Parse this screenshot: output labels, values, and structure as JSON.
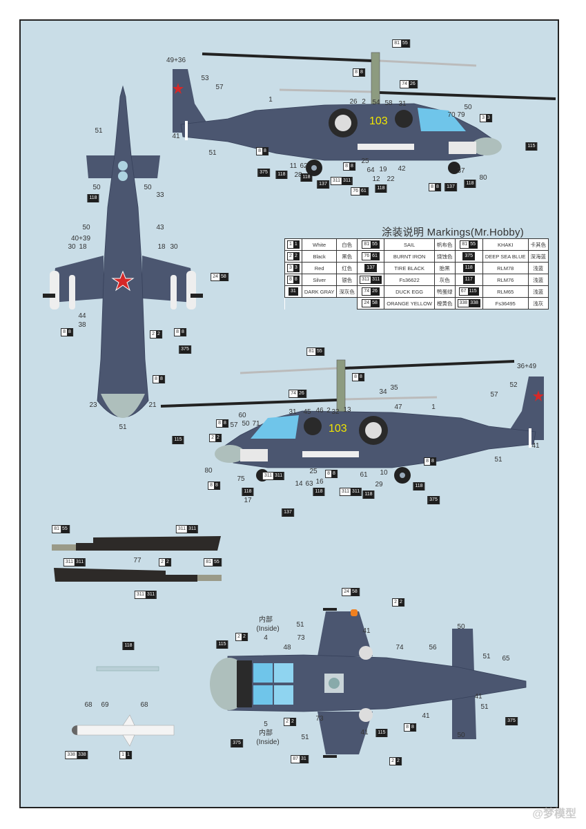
{
  "legend": {
    "title": "涂装说明 Markings(Mr.Hobby)",
    "rows": [
      [
        {
          "chip": "1 1",
          "en": "White",
          "cn": "白色"
        },
        {
          "chip": "81 55",
          "en": "SAIL",
          "cn": "帆布色"
        },
        {
          "chip": "81 55",
          "en": "KHAKI",
          "cn": "卡其色"
        }
      ],
      [
        {
          "chip": "2 2",
          "en": "Black",
          "cn": "黑色"
        },
        {
          "chip": "76 61",
          "en": "BURNT IRON",
          "cn": "烧蚀色"
        },
        {
          "chip": "375",
          "en": "DEEP SEA BLUE",
          "cn": "深海蓝"
        }
      ],
      [
        {
          "chip": "3 3",
          "en": "Red",
          "cn": "红色"
        },
        {
          "chip": "137",
          "en": "TIRE BLACK",
          "cn": "胎黑"
        },
        {
          "chip": "118",
          "en": "RLM78",
          "cn": "浅蓝"
        }
      ],
      [
        {
          "chip": "8 8",
          "en": "Silver",
          "cn": "银色"
        },
        {
          "chip": "311 311",
          "en": "Fs36622",
          "cn": "灰色"
        },
        {
          "chip": "117",
          "en": "RLM76",
          "cn": "浅蓝"
        }
      ],
      [
        {
          "chip": "31",
          "en": "DARK GRAY",
          "cn": "深灰色"
        },
        {
          "chip": "74 26",
          "en": "DUCK EGG",
          "cn": "鸭蛋绿"
        },
        {
          "chip": "67 115",
          "en": "RLM65",
          "cn": "浅蓝"
        }
      ],
      [
        null,
        {
          "chip": "24 58",
          "en": "ORANGE YELLOW",
          "cn": "橙黄色"
        },
        {
          "chip": "338 338",
          "en": "Fs36495",
          "cn": "浅灰"
        }
      ]
    ]
  },
  "side_number": "103",
  "side_view_right": {
    "labels": [
      "49+36",
      "53",
      "57",
      "1",
      "26",
      "2",
      "54",
      "58",
      "31",
      "70",
      "79",
      "50",
      "41",
      "51",
      "11",
      "28",
      "62",
      "25",
      "64",
      "19",
      "12",
      "22",
      "42",
      "37",
      "80"
    ],
    "chips": [
      "81 55",
      "8 8",
      "74 26",
      "3 3",
      "8 8",
      "375",
      "118",
      "118",
      "137",
      "311 311",
      "76 61",
      "8 8",
      "118",
      "8 8",
      "137",
      "118",
      "115"
    ]
  },
  "side_view_left": {
    "labels": [
      "36+49",
      "52",
      "57",
      "34",
      "35",
      "47",
      "1",
      "31",
      "45",
      "46",
      "2",
      "32",
      "13",
      "60",
      "57",
      "50",
      "71",
      "80",
      "75",
      "17",
      "14",
      "63",
      "16",
      "25",
      "61",
      "29",
      "10",
      "51",
      "41"
    ],
    "chips": [
      "81 55",
      "8 8",
      "74 26",
      "8 8",
      "2 2",
      "115",
      "8 8",
      "118",
      "311 311",
      "118",
      "8 8",
      "311 311",
      "118",
      "137",
      "118",
      "375",
      "8 8"
    ]
  },
  "top_view": {
    "labels": [
      "51",
      "50",
      "50",
      "33",
      "50",
      "40+39",
      "30",
      "18",
      "18",
      "30",
      "43",
      "44",
      "38",
      "23",
      "21",
      "51"
    ],
    "chips": [
      "118",
      "24 58",
      "8 8",
      "2 2",
      "8 8",
      "375",
      "8 8"
    ]
  },
  "rotor_blades": {
    "labels": [
      "77"
    ],
    "chips": [
      "81 55",
      "311 311",
      "311 311",
      "2 2",
      "81 55",
      "311 311"
    ]
  },
  "pylon": {
    "chips": [
      "118"
    ]
  },
  "missile": {
    "labels": [
      "68",
      "69",
      "68"
    ],
    "chips": [
      "338 338",
      "1 1"
    ]
  },
  "bottom_view": {
    "labels": [
      "内部",
      "(Inside)",
      "4",
      "51",
      "73",
      "48",
      "41",
      "74",
      "56",
      "50",
      "51",
      "65",
      "41",
      "51",
      "41",
      "50",
      "73",
      "51",
      "41",
      "5",
      "内部",
      "(Inside)"
    ],
    "chips": [
      "24 58",
      "2 2",
      "2 2",
      "115",
      "8 8",
      "375",
      "2 2",
      "115",
      "375",
      "87 31",
      "2 2"
    ]
  },
  "watermark": "@梦模型",
  "colors": {
    "background": "#c9dde7",
    "fuselage": "#4b5670",
    "canopy": "#6fc5ea",
    "nose_cone": "#aebfbc",
    "star": "#d62828",
    "side_number": "#f2e600"
  }
}
